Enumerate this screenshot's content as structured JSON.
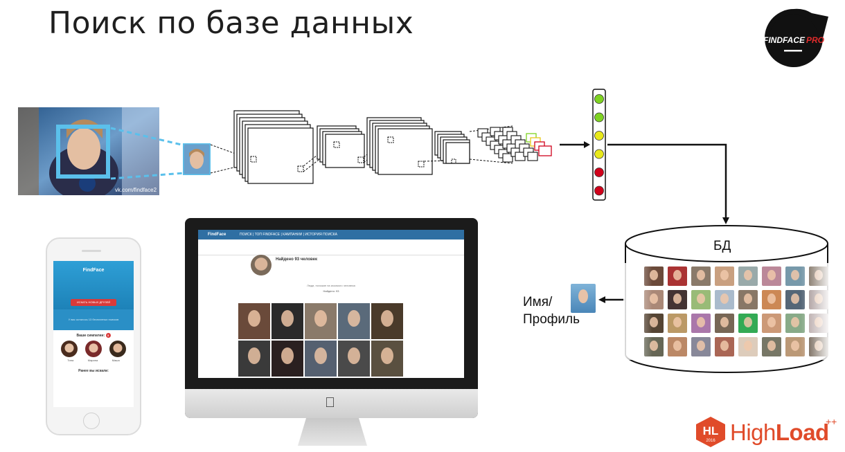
{
  "slide": {
    "title": "Поиск по базе данных"
  },
  "logo_findface": {
    "text_main": "FINDFACE",
    "text_accent": "PRO"
  },
  "video": {
    "watermark": "vk.com/findface2"
  },
  "database": {
    "label": "БД"
  },
  "result": {
    "label_line1": "Имя/",
    "label_line2": "Профиль"
  },
  "phone_app": {
    "title": "FindFace",
    "button": "ИСКАТЬ НОВЫХ ДРУЗЕЙ",
    "hint": "У вас осталось 13 бесплатных поисков",
    "sympathies_heading": "Ваши симпатии:",
    "sympathies_count": "3",
    "names": [
      "Тина",
      "Марина",
      "Маша"
    ],
    "earlier_heading": "Ранее вы искали:"
  },
  "desktop_app": {
    "brand": "FindFace",
    "nav": "ПОИСК | ТОП FINDFACE | КАМПАНИИ | ИСТОРИЯ ПОИСКА",
    "found": "Найдено 93 человек",
    "found_sub": "Люди, похожие на искомого человека",
    "found_count": "Найдено: 93"
  },
  "highload": {
    "badge_text": "HL",
    "badge_year": "2016",
    "word_light": "High",
    "word_bold": "Load",
    "superscript": "++"
  },
  "output_vector": {
    "colors": [
      "#7ed321",
      "#7ed321",
      "#e8e81a",
      "#e8e81a",
      "#d0021b",
      "#d0021b"
    ]
  },
  "colors": {
    "highlight_box": "#5bc0eb",
    "arrow": "#111111",
    "brand_red": "#e04b2a"
  }
}
